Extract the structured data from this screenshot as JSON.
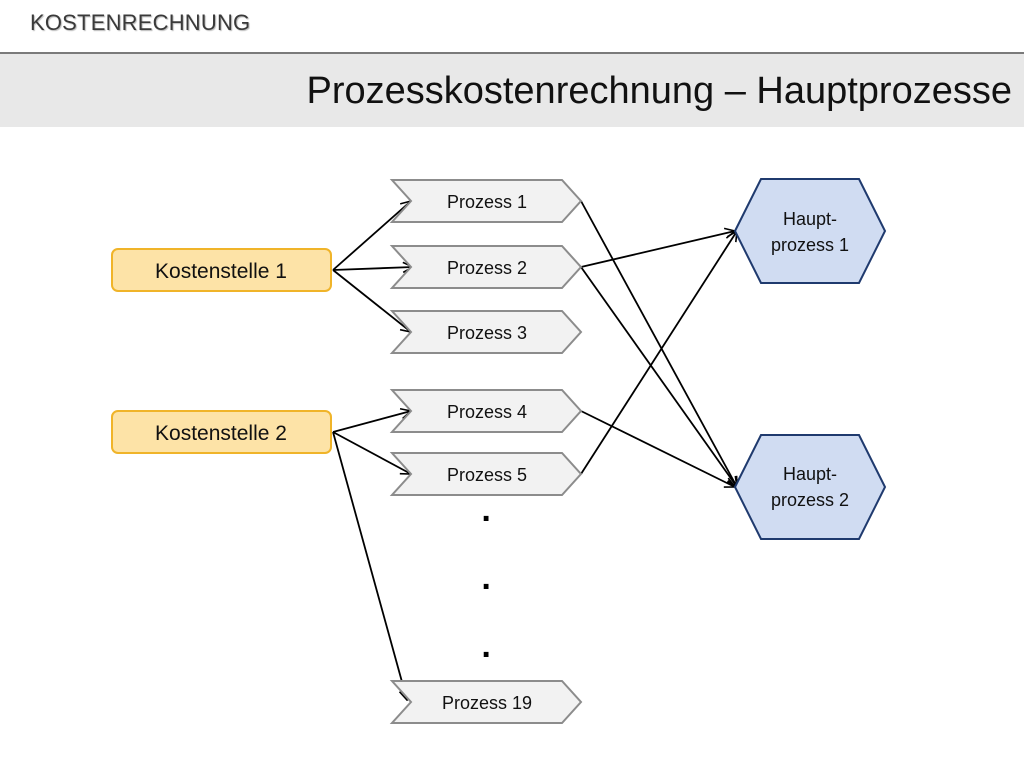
{
  "header": {
    "section": "KOSTENRECHNUNG",
    "title": "Prozesskostenrechnung – Hauptprozesse"
  },
  "diagram": {
    "cost_centers": [
      "Kostenstelle 1",
      "Kostenstelle 2"
    ],
    "processes": [
      "Prozess 1",
      "Prozess 2",
      "Prozess 3",
      "Prozess 4",
      "Prozess 5",
      "Prozess 19"
    ],
    "main_processes": [
      [
        "Haupt-",
        "prozess 1"
      ],
      [
        "Haupt-",
        "prozess 2"
      ]
    ],
    "ellipsis_dots": [
      "·",
      "·",
      "·"
    ],
    "colors": {
      "cost_center_fill": "#fde3a7",
      "cost_center_border": "#f0b429",
      "process_fill": "#f2f2f2",
      "process_border": "#8c8c8c",
      "main_process_fill": "#d0dcf2",
      "main_process_border": "#1f3a6e",
      "arrow": "#000000"
    }
  }
}
